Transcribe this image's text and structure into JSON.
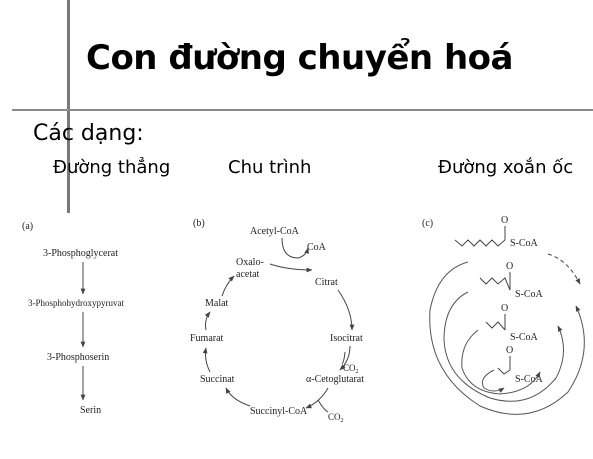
{
  "slide": {
    "title": "Con đường chuyển hoá",
    "subtitle": "Các dạng:",
    "categories": [
      "Đường thẳng",
      "Chu trình",
      "Đường xoắn ốc"
    ]
  },
  "panel_a": {
    "label": "(a)",
    "steps": [
      "3-Phosphoglycerat",
      "3-Phosphohydroxypyruvat",
      "3-Phosphoserin",
      "Serin"
    ]
  },
  "panel_b": {
    "label": "(b)",
    "nodes": {
      "acetyl": "Acetyl-CoA",
      "coa": "CoA",
      "oxalo1": "Oxalo-",
      "oxalo2": "acetat",
      "citrat": "Citrat",
      "malat": "Malat",
      "fumarat": "Fumarat",
      "isocitrat": "Isocitrat",
      "co2_a": "CO",
      "co2_a_sub": "2",
      "succinat": "Succinat",
      "cetoglutarat": "α-Cetoglutarat",
      "succinylcoa": "Succinyl-CoA",
      "co2_b": "CO",
      "co2_b_sub": "2"
    }
  },
  "panel_c": {
    "label": "(c)",
    "carbonyl": "O",
    "thioester": "S-CoA"
  },
  "colors": {
    "line": "#555555",
    "rule": "#8a8a8a"
  }
}
